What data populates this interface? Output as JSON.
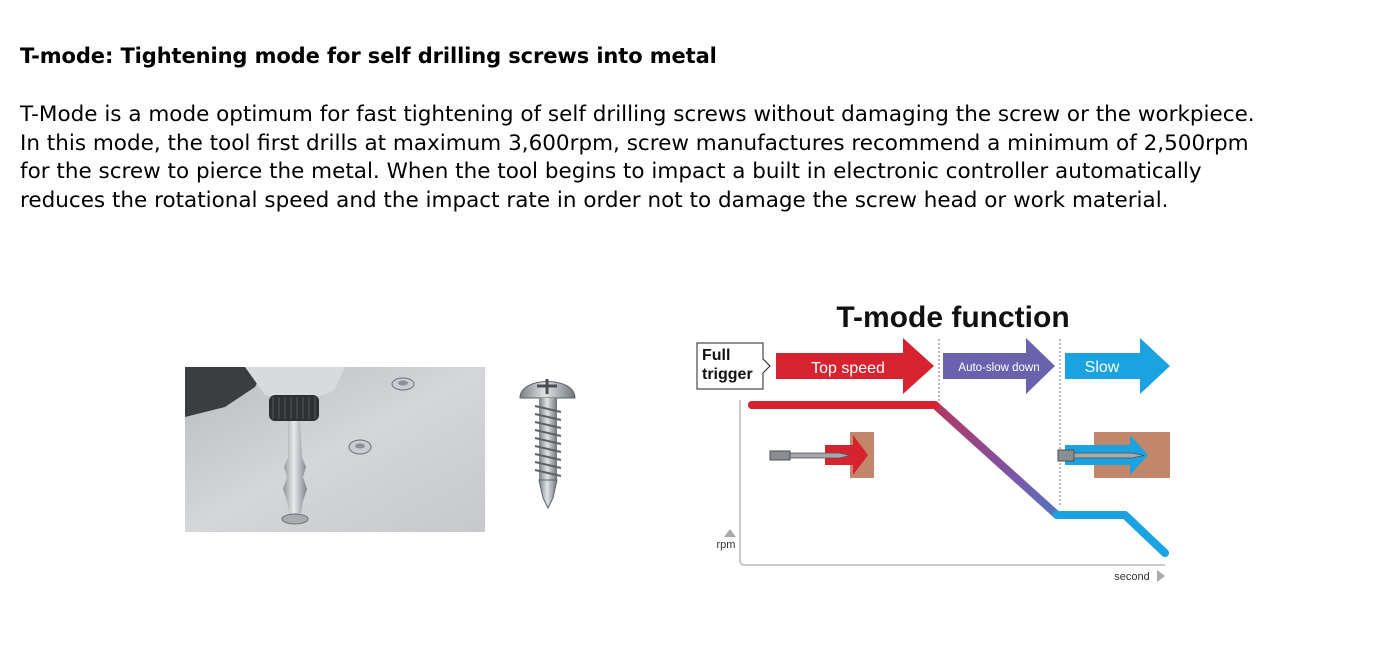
{
  "article": {
    "heading": "T-mode: Tightening mode for self drilling screws into metal",
    "paragraph_lines": [
      "T-Mode is a mode optimum for fast tightening of self drilling screws without damaging the screw or the workpiece.",
      "In this mode, the tool first drills at maximum 3,600rpm, screw manufactures recommend a minimum of 2,500rpm",
      "for the screw to pierce the metal. When the tool begins to impact a built in electronic controller automatically",
      "reduces the rotational speed and the impact rate in order not to damage the screw head or work material."
    ]
  },
  "diagram": {
    "title": "T-mode function",
    "trigger_label_line1": "Full",
    "trigger_label_line2": "trigger",
    "phase_top_speed": "Top speed",
    "phase_auto_slow": "Auto-slow down",
    "phase_slow": "Slow",
    "y_axis_label": "rpm",
    "x_axis_label": "second",
    "colors": {
      "top_speed": "#d7232f",
      "auto_slow": "#6a62ad",
      "slow": "#1aa3e0",
      "wood": "#c2876a"
    }
  }
}
